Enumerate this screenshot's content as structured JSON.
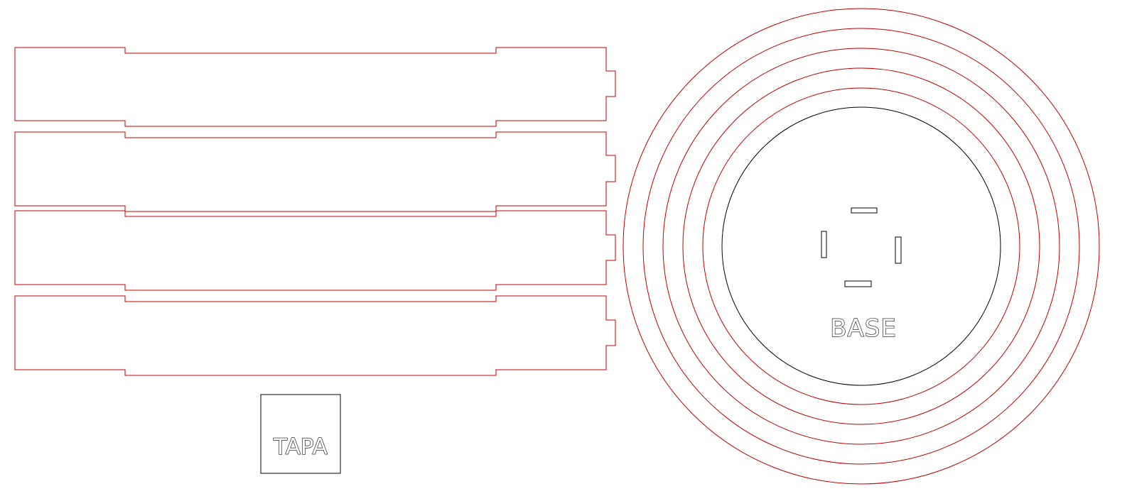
{
  "colors": {
    "cut_line": "#c00000",
    "engrave_line": "#000000",
    "background": "#ffffff"
  },
  "labels": {
    "base": "BASE",
    "lid": "TAPA"
  },
  "parts": {
    "side_strips": 4,
    "concentric_rings": 6
  }
}
